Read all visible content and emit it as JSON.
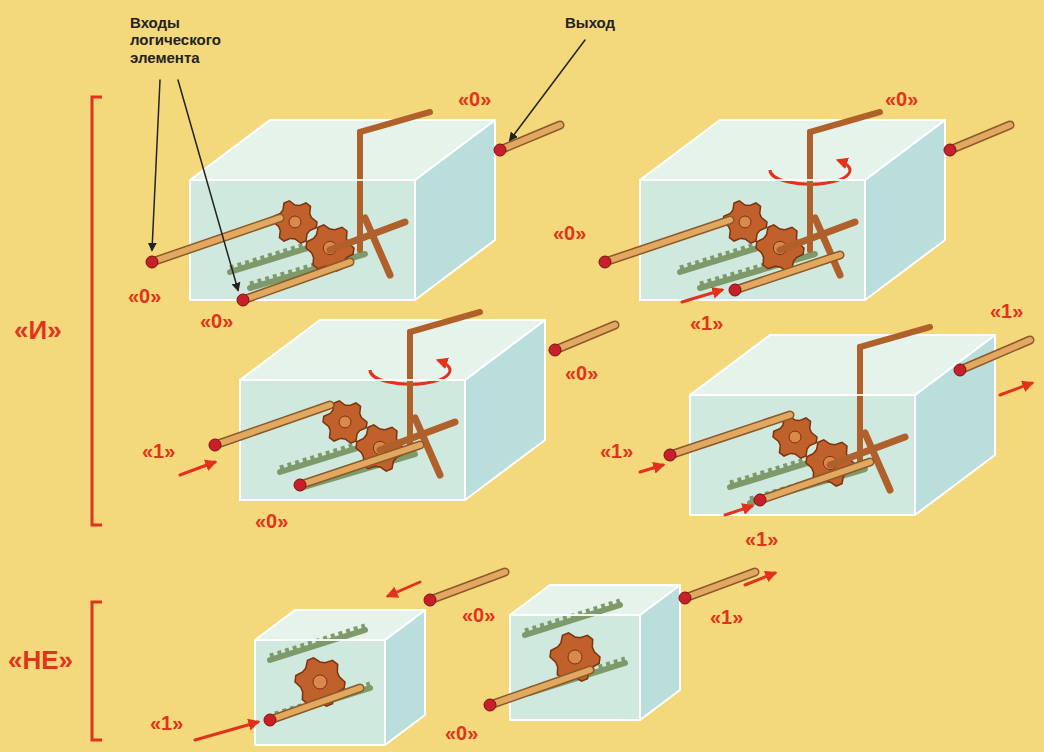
{
  "diagram": {
    "labels": [
      "Входы логического элемента",
      "Выход",
      "«0»",
      "«0»",
      "«0»",
      "«0»",
      "«0»",
      "«1»",
      "«1»",
      "«И»",
      "«0»",
      "«1»",
      "«1»",
      "«0»",
      "«1»",
      "«0»",
      "«1»",
      "«НЕ»",
      "«1»",
      "«0»"
    ]
  }
}
